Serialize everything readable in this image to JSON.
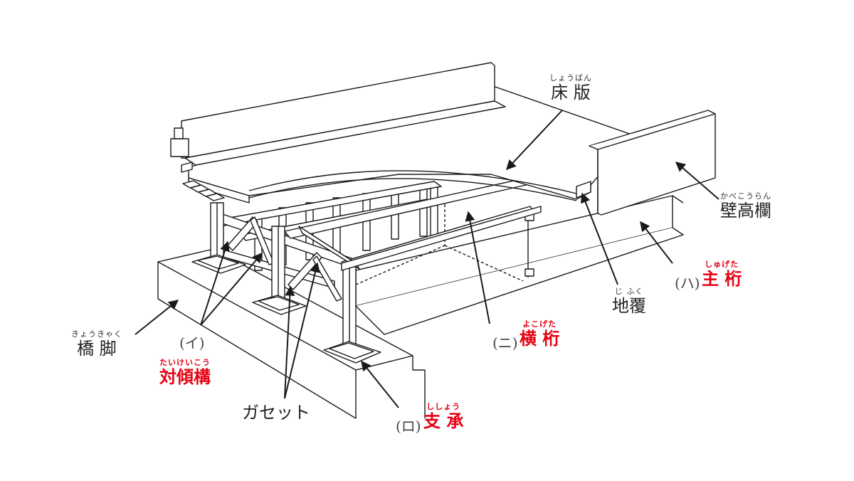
{
  "colors": {
    "highlight": "#e60012",
    "line": "#1a1a1a",
    "text": "#222222"
  },
  "labels": {
    "floor_slab": {
      "ruby": "しょうばん",
      "text": "床 版"
    },
    "wall_railing": {
      "ruby": "かべこうらん",
      "text": "壁高欄"
    },
    "main_girder": {
      "marker": "(ハ)",
      "ruby": "しゅげた",
      "text": "主 桁"
    },
    "ground_cover": {
      "ruby": "じ ふく",
      "text": "地覆"
    },
    "cross_beam": {
      "marker": "(ニ)",
      "ruby": "よこげた",
      "text": "横 桁"
    },
    "bearing": {
      "marker": "(ロ)",
      "ruby": "ししょう",
      "text": "支 承"
    },
    "pier": {
      "ruby": "きょうきゃく",
      "text": "橋 脚"
    },
    "sway_bracing": {
      "marker": "(イ)",
      "ruby": "たいけいこう",
      "text": "対傾構"
    },
    "gusset": {
      "text": "ガセット"
    }
  }
}
